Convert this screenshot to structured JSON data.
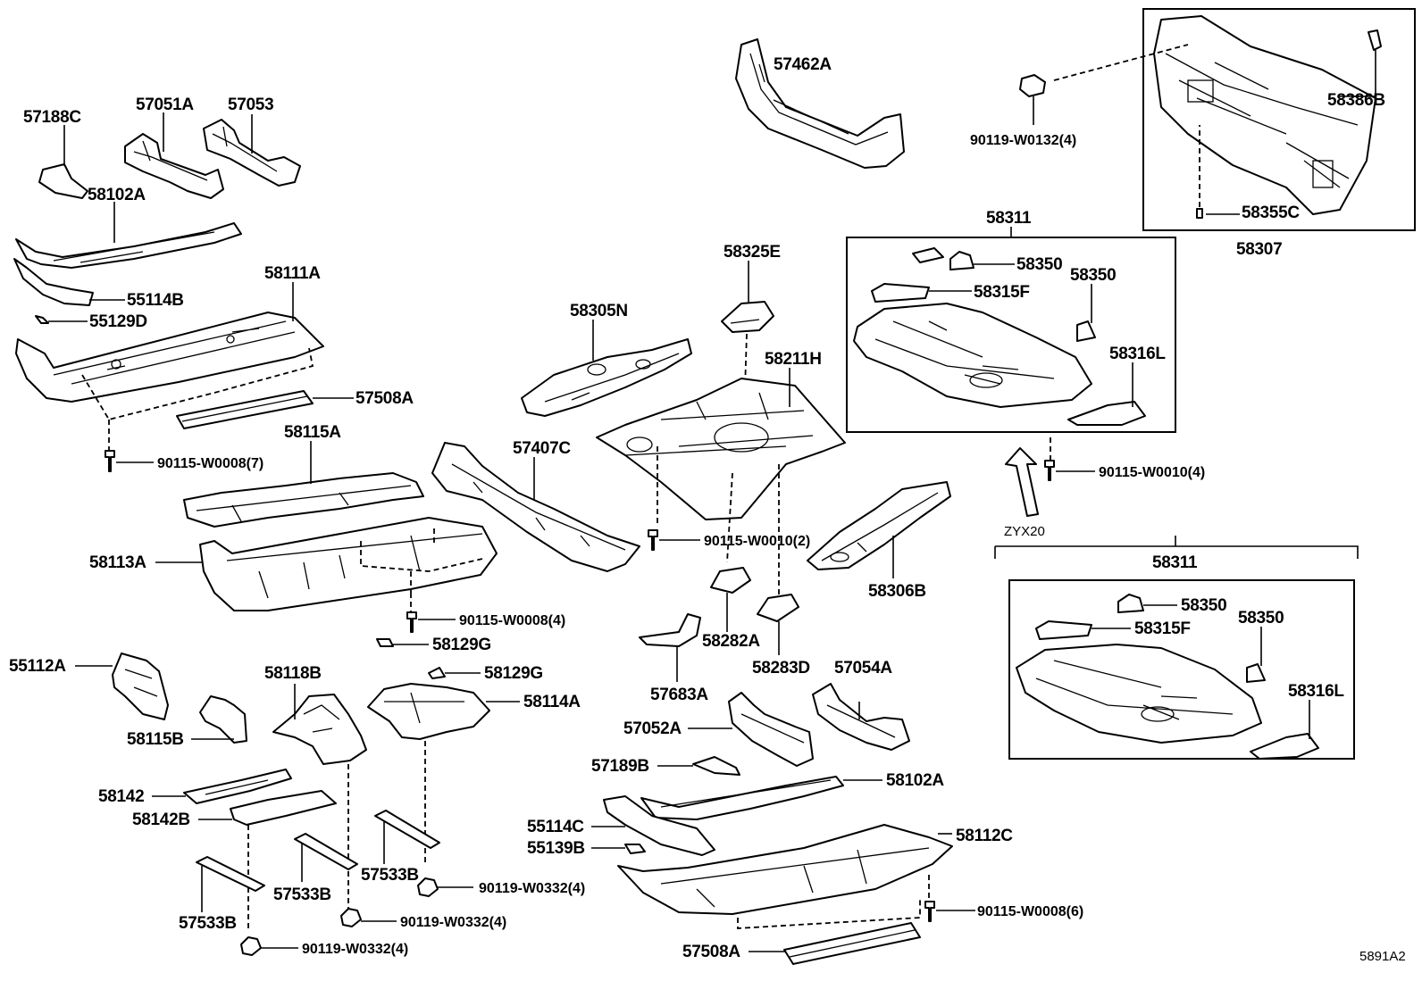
{
  "labels": {
    "p57188C": "57188C",
    "p57051A": "57051A",
    "p57053": "57053",
    "p57462A": "57462A",
    "p90119_W0132": "90119-W0132(4)",
    "p58386B": "58386B",
    "p58355C": "58355C",
    "p58307": "58307",
    "p58102A_top": "58102A",
    "p55114B": "55114B",
    "p58111A": "58111A",
    "p55129D": "55129D",
    "p57508A_left": "57508A",
    "p90115_W0008_7": "90115-W0008(7)",
    "p58305N": "58305N",
    "p58325E": "58325E",
    "p58211H": "58211H",
    "p58311_upper": "58311",
    "p58350_a": "58350",
    "p58350_b": "58350",
    "p58315F_upper": "58315F",
    "p58316L_upper": "58316L",
    "p90115_W0010_4": "90115-W0010(4)",
    "zyx20": "ZYX20",
    "p58311_lower": "58311",
    "p58350_c": "58350",
    "p58350_d": "58350",
    "p58315F_lower": "58315F",
    "p58316L_lower": "58316L",
    "p58115A": "58115A",
    "p57407C": "57407C",
    "p58113A": "58113A",
    "p90115_W0010_2": "90115-W0010(2)",
    "p58306B": "58306B",
    "p90115_W0008_4": "90115-W0008(4)",
    "p58129G_a": "58129G",
    "p58129G_b": "58129G",
    "p58282A": "58282A",
    "p58283D": "58283D",
    "p55112A": "55112A",
    "p58118B": "58118B",
    "p58114A": "58114A",
    "p57683A": "57683A",
    "p57054A": "57054A",
    "p58115B": "58115B",
    "p57052A": "57052A",
    "p57189B": "57189B",
    "p58102A_bottom": "58102A",
    "p58142": "58142",
    "p58142B": "58142B",
    "p55114C": "55114C",
    "p55139B": "55139B",
    "p58112C": "58112C",
    "p57533B_a": "57533B",
    "p57533B_b": "57533B",
    "p57533B_c": "57533B",
    "p90119_W0332_a": "90119-W0332(4)",
    "p90119_W0332_b": "90119-W0332(4)",
    "p90119_W0332_c": "90119-W0332(4)",
    "p90115_W0008_6": "90115-W0008(6)",
    "p57508A_bottom": "57508A",
    "diagram_code": "5891A2"
  }
}
